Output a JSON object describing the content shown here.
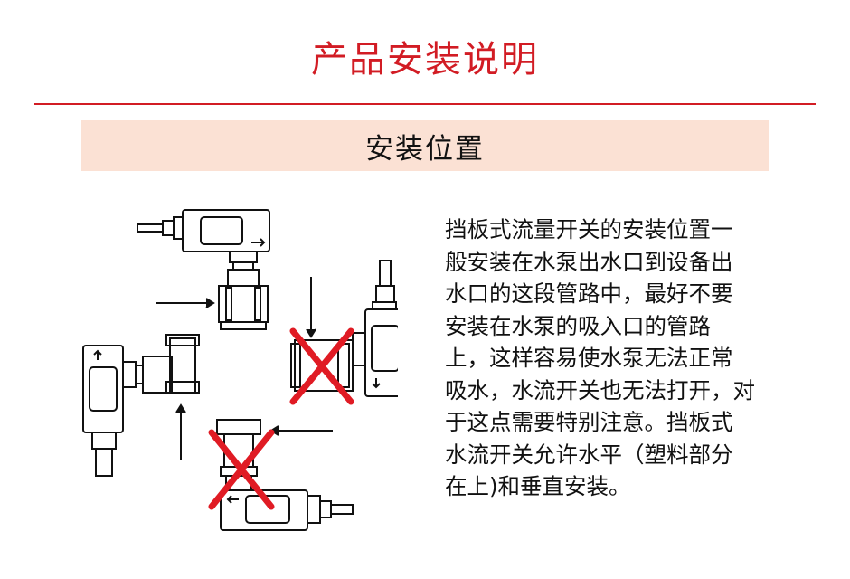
{
  "page": {
    "title": "产品安装说明",
    "accent_color": "#d21c24",
    "banner_color": "#fbe1d4"
  },
  "section": {
    "title": "安装位置"
  },
  "body": {
    "lines": [
      "挡板式流量开关的安装位置一",
      "般安装在水泵出水口到设备出",
      "水口的这段管路中，最好不要",
      "安装在水泵的吸入口的管路",
      "上，这样容易使水泵无法正常",
      "吸水，水流开关也无法打开，对",
      "于这点需要特别注意。挡板式",
      "水流开关允许水平（塑料部分",
      "在上)和垂直安装。"
    ]
  },
  "diagram": {
    "icons": [
      "installation-correct-horizontal",
      "installation-correct-vertical",
      "installation-wrong-cross",
      "installation-wrong-cross"
    ],
    "cross_color": "#e01b24"
  }
}
